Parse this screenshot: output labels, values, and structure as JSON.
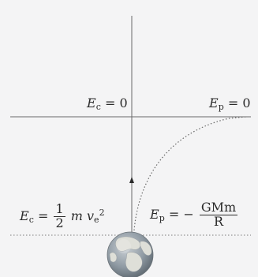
{
  "labels": {
    "ec_top": {
      "symbol": "E",
      "sub": "c",
      "rhs": "= 0"
    },
    "ep_top": {
      "symbol": "E",
      "sub": "p",
      "rhs": "= 0"
    },
    "ec_bottom": {
      "symbol": "E",
      "sub": "c",
      "eq": "=",
      "frac_num": "1",
      "frac_den": "2",
      "mass": "m",
      "vel": "v",
      "vel_sub": "e",
      "vel_sup": "2"
    },
    "ep_bottom": {
      "symbol": "E",
      "sub": "p",
      "eq": "= −",
      "frac_num": "GMm",
      "frac_den": "R"
    }
  },
  "icons": {
    "earth": "earth-globe-icon"
  },
  "colors": {
    "background": "#f4f4f5",
    "line": "#555555",
    "text": "#2a2a2a",
    "ocean": "#8f9aa3",
    "land": "#d7d7d2"
  }
}
